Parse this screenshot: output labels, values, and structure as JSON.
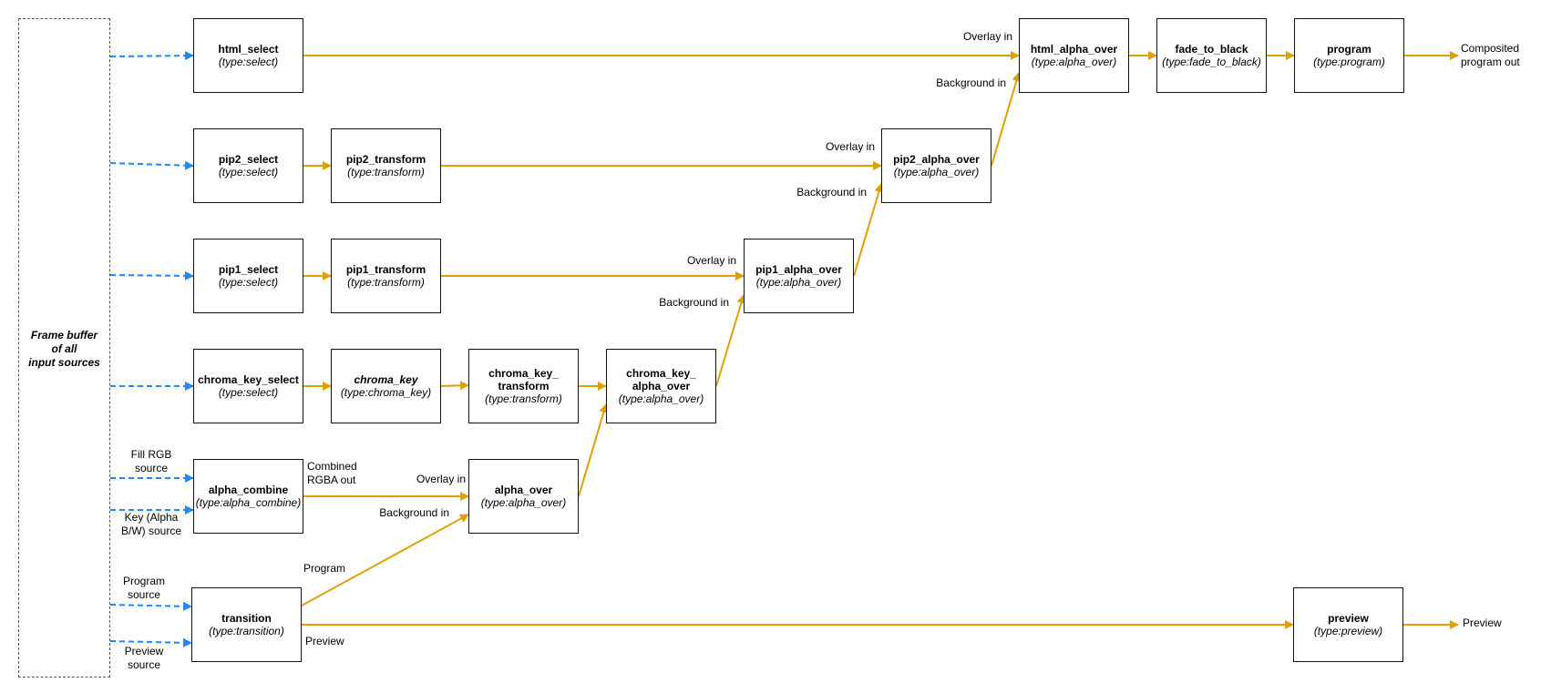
{
  "colors": {
    "flow": "#E0A000",
    "input": "#1E88FF",
    "border": "#111111"
  },
  "frame_buffer": {
    "label": "Frame buffer\nof all\ninput sources"
  },
  "nodes": {
    "html_select": {
      "name": "html_select",
      "type": "(type:select)"
    },
    "html_alpha_over": {
      "name": "html_alpha_over",
      "type": "(type:alpha_over)"
    },
    "fade_to_black": {
      "name": "fade_to_black",
      "type": "(type:fade_to_black)"
    },
    "program": {
      "name": "program",
      "type": "(type:program)"
    },
    "pip2_select": {
      "name": "pip2_select",
      "type": "(type:select)"
    },
    "pip2_transform": {
      "name": "pip2_transform",
      "type": "(type:transform)"
    },
    "pip2_alpha_over": {
      "name": "pip2_alpha_over",
      "type": "(type:alpha_over)"
    },
    "pip1_select": {
      "name": "pip1_select",
      "type": "(type:select)"
    },
    "pip1_transform": {
      "name": "pip1_transform",
      "type": "(type:transform)"
    },
    "pip1_alpha_over": {
      "name": "pip1_alpha_over",
      "type": "(type:alpha_over)"
    },
    "chroma_key_select": {
      "name": "chroma_key_select",
      "type": "(type:select)"
    },
    "chroma_key": {
      "name": "chroma_key",
      "type": "(type:chroma_key)"
    },
    "chroma_key_transform": {
      "name": "chroma_key_\ntransform",
      "type": "(type:transform)"
    },
    "chroma_key_alpha_over": {
      "name": "chroma_key_\nalpha_over",
      "type": "(type:alpha_over)"
    },
    "alpha_combine": {
      "name": "alpha_combine",
      "type": "(type:alpha_combine)"
    },
    "alpha_over": {
      "name": "alpha_over",
      "type": "(type:alpha_over)"
    },
    "transition": {
      "name": "transition",
      "type": "(type:transition)"
    },
    "preview": {
      "name": "preview",
      "type": "(type:preview)"
    }
  },
  "labels": {
    "html_overlay_in": "Overlay in",
    "html_background_in": "Background in",
    "composited_out": "Composited\nprogram out",
    "pip2_overlay_in": "Overlay in",
    "pip2_background_in": "Background in",
    "pip1_overlay_in": "Overlay in",
    "pip1_background_in": "Background in",
    "fill_rgb_source": "Fill RGB\nsource",
    "key_source": "Key (Alpha\nB/W) source",
    "combined_rgba_out": "Combined\nRGBA out",
    "alpha_overlay_in": "Overlay in",
    "alpha_background_in": "Background in",
    "program_source": "Program\nsource",
    "preview_source": "Preview\nsource",
    "transition_program": "Program",
    "transition_preview": "Preview",
    "preview_out": "Preview"
  }
}
